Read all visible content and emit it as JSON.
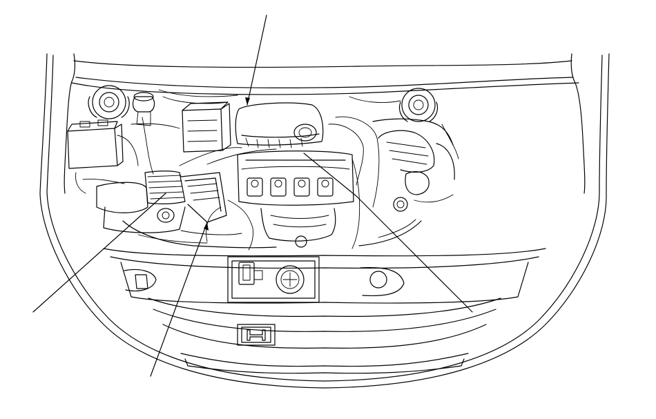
{
  "figure": {
    "subject": "engine-compartment-overview",
    "line_color": "#000000",
    "background": "#ffffff"
  },
  "callouts": [
    {
      "id": "callout-top-center"
    },
    {
      "id": "callout-left"
    },
    {
      "id": "callout-bottom-center"
    },
    {
      "id": "callout-right"
    }
  ]
}
